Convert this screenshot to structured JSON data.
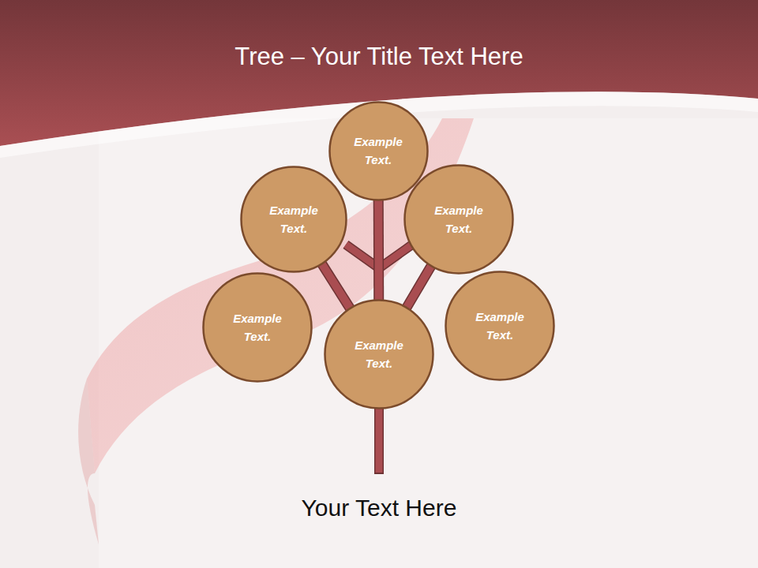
{
  "diagram": {
    "title": "Tree – Your Title Text Here",
    "caption": "Your Text Here",
    "nodes": [
      {
        "text": [
          "Example Text."
        ]
      },
      {
        "text": [
          "Example Text."
        ]
      },
      {
        "text": [
          "Example Text."
        ]
      },
      {
        "text": [
          "Example Text."
        ]
      },
      {
        "text": [
          "Example Text."
        ]
      },
      {
        "text": [
          "Example Text."
        ]
      }
    ],
    "edges": [
      {
        "from": 4,
        "to": 0,
        "arrow": "none"
      },
      {
        "from": 4,
        "to": 1,
        "arrow": "none"
      },
      {
        "from": 4,
        "to": 2,
        "arrow": "none"
      }
    ]
  }
}
